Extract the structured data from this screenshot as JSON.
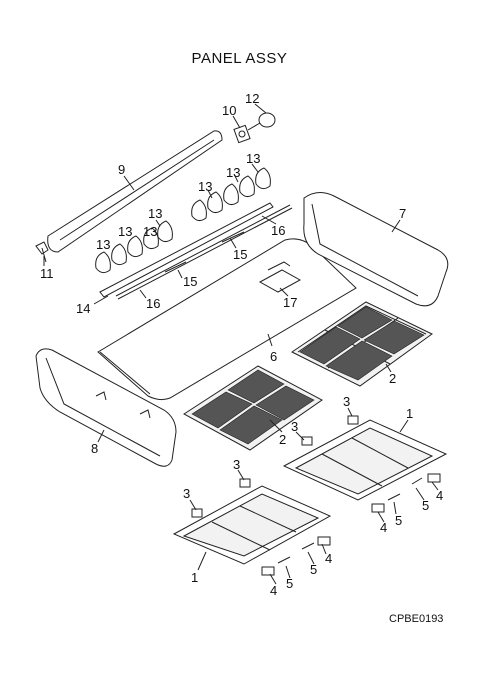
{
  "title": "PANEL ASSY",
  "drawing_code": "CPBE0193",
  "callouts": [
    {
      "id": "c12",
      "text": "12"
    },
    {
      "id": "c10",
      "text": "10"
    },
    {
      "id": "c9",
      "text": "9"
    },
    {
      "id": "c13a",
      "text": "13"
    },
    {
      "id": "c13b",
      "text": "13"
    },
    {
      "id": "c13c",
      "text": "13"
    },
    {
      "id": "c13d",
      "text": "13"
    },
    {
      "id": "c13e",
      "text": "13"
    },
    {
      "id": "c13f",
      "text": "13"
    },
    {
      "id": "c13g",
      "text": "13"
    },
    {
      "id": "c7",
      "text": "7"
    },
    {
      "id": "c16a",
      "text": "16"
    },
    {
      "id": "c15a",
      "text": "15"
    },
    {
      "id": "c11",
      "text": "11"
    },
    {
      "id": "c15b",
      "text": "15"
    },
    {
      "id": "c14",
      "text": "14"
    },
    {
      "id": "c16b",
      "text": "16"
    },
    {
      "id": "c17",
      "text": "17"
    },
    {
      "id": "c6",
      "text": "6"
    },
    {
      "id": "c2a",
      "text": "2"
    },
    {
      "id": "c2b",
      "text": "2"
    },
    {
      "id": "c3a",
      "text": "3"
    },
    {
      "id": "c1a",
      "text": "1"
    },
    {
      "id": "c8",
      "text": "8"
    },
    {
      "id": "c3b",
      "text": "3"
    },
    {
      "id": "c3c",
      "text": "3"
    },
    {
      "id": "c3d",
      "text": "3"
    },
    {
      "id": "c4a",
      "text": "4"
    },
    {
      "id": "c5a",
      "text": "5"
    },
    {
      "id": "c4b",
      "text": "4"
    },
    {
      "id": "c5b",
      "text": "5"
    },
    {
      "id": "c4c",
      "text": "4"
    },
    {
      "id": "c5c",
      "text": "5"
    },
    {
      "id": "c1b",
      "text": "1"
    },
    {
      "id": "c4d",
      "text": "4"
    },
    {
      "id": "c5d",
      "text": "5"
    }
  ]
}
